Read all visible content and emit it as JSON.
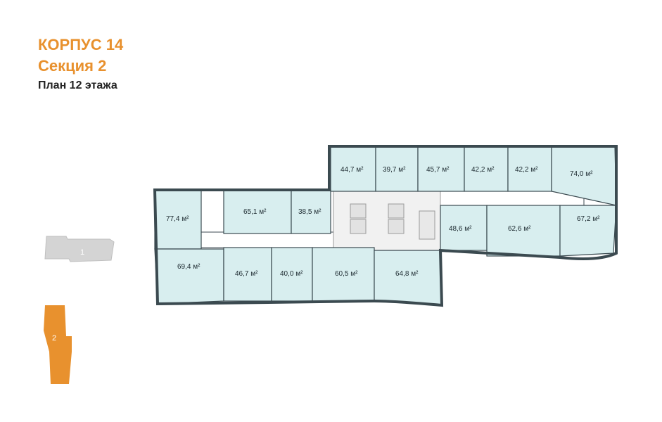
{
  "header": {
    "building": "КОРПУС 14",
    "section": "Секция 2",
    "floor_plan": "План 12 этажа"
  },
  "minimap": {
    "section_1_label": "1",
    "section_2_label": "2"
  },
  "apartments": [
    {
      "id": "a1",
      "area": "44,7 м²"
    },
    {
      "id": "a2",
      "area": "39,7 м²"
    },
    {
      "id": "a3",
      "area": "45,7 м²"
    },
    {
      "id": "a4",
      "area": "42,2 м²"
    },
    {
      "id": "a5",
      "area": "42,2 м²"
    },
    {
      "id": "a6",
      "area": "74,0 м²"
    },
    {
      "id": "a7",
      "area": "77,4 м²"
    },
    {
      "id": "a8",
      "area": "65,1 м²"
    },
    {
      "id": "a9",
      "area": "38,5 м²"
    },
    {
      "id": "a10",
      "area": "48,6 м²"
    },
    {
      "id": "a11",
      "area": "62,6 м²"
    },
    {
      "id": "a12",
      "area": "67,2 м²"
    },
    {
      "id": "a13",
      "area": "69,4 м²"
    },
    {
      "id": "a14",
      "area": "46,7 м²"
    },
    {
      "id": "a15",
      "area": "40,0 м²"
    },
    {
      "id": "a16",
      "area": "60,5 м²"
    },
    {
      "id": "a17",
      "area": "64,8 м²"
    }
  ],
  "colors": {
    "accent": "#e8912e",
    "apartment_fill": "#d8eeef",
    "wall": "#3b4a50",
    "inactive_section": "#d4d4d4"
  }
}
